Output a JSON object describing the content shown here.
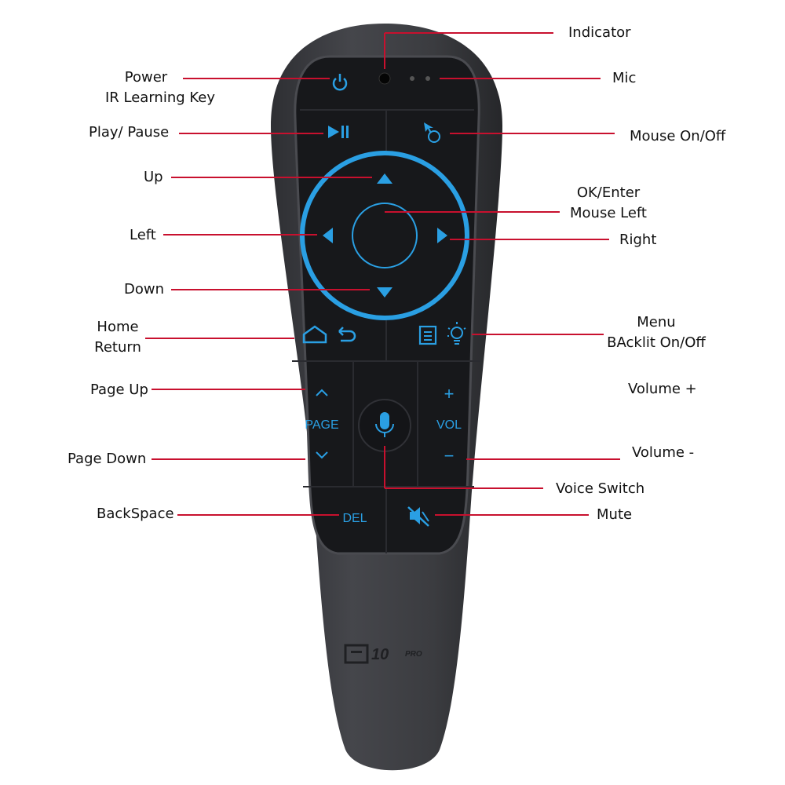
{
  "labels": {
    "indicator": "Indicator",
    "mic": "Mic",
    "power": "Power",
    "ir_learning": "IR Learning Key",
    "play_pause": "Play/ Pause",
    "mouse_on_off": "Mouse On/Off",
    "up": "Up",
    "ok_enter": "OK/Enter",
    "mouse_left": "Mouse Left",
    "left": "Left",
    "right": "Right",
    "down": "Down",
    "home": "Home",
    "return": "Return",
    "menu": "Menu",
    "backlit": "BAcklit On/Off",
    "page_up": "Page Up",
    "volume_plus": "Volume +",
    "page_down": "Page Down",
    "volume_minus": "Volume -",
    "voice_switch": "Voice Switch",
    "backspace": "BackSpace",
    "mute": "Mute"
  },
  "remote": {
    "page_text": "PAGE",
    "vol_text": "VOL",
    "del_text": "DEL",
    "plus_text": "+",
    "minus_text": "−",
    "brand": "10",
    "brand_sub": "PRO"
  },
  "colors": {
    "accent_blue": "#2a9fe3",
    "leader_red": "#c8102e",
    "remote_body": "#3a3b3f",
    "button_panel": "#17181b"
  },
  "icons": [
    "power-icon",
    "play-pause-icon",
    "mouse-cursor-icon",
    "home-icon",
    "return-icon",
    "menu-icon",
    "backlight-bulb-icon",
    "microphone-icon",
    "mute-icon",
    "chevron-up-icon",
    "chevron-down-icon"
  ]
}
